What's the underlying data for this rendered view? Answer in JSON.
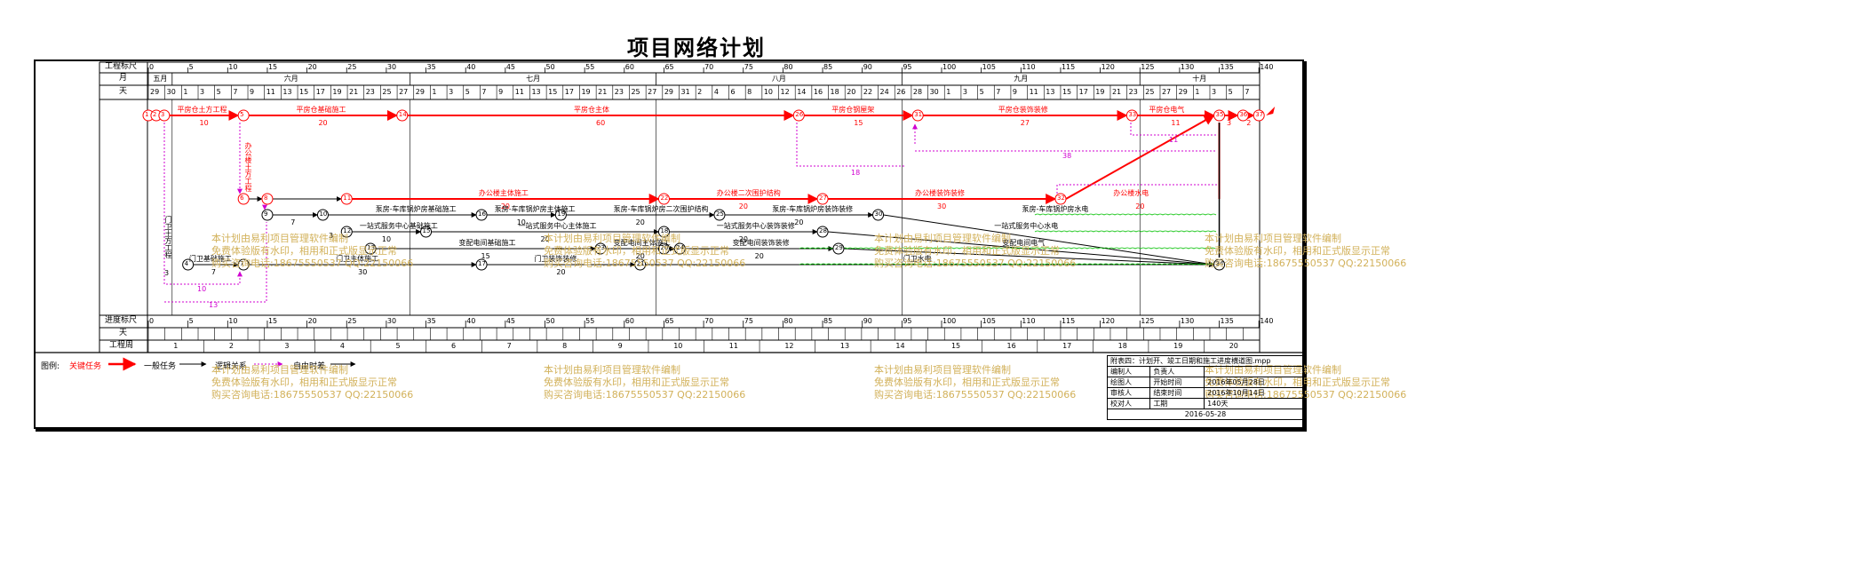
{
  "title": "项目网络计划",
  "ruler_top": {
    "scale_label": "工程标尺",
    "month_label": "月",
    "day_label": "天",
    "scale_ticks": [
      "0",
      "5",
      "10",
      "15",
      "20",
      "25",
      "30",
      "35",
      "40",
      "45",
      "50",
      "55",
      "60",
      "65",
      "70",
      "75",
      "80",
      "85",
      "90",
      "95",
      "100",
      "105",
      "110",
      "115",
      "120",
      "125",
      "130",
      "135",
      "140"
    ],
    "months": [
      "五月",
      "六月",
      "七月",
      "八月",
      "九月",
      "十月"
    ],
    "days": [
      "29",
      "30",
      "1",
      "3",
      "5",
      "7",
      "9",
      "11",
      "13",
      "15",
      "17",
      "19",
      "21",
      "23",
      "25",
      "27",
      "29",
      "1",
      "3",
      "5",
      "7",
      "9",
      "11",
      "13",
      "15",
      "17",
      "19",
      "21",
      "23",
      "25",
      "27",
      "29",
      "31",
      "2",
      "4",
      "6",
      "8",
      "10",
      "12",
      "14",
      "16",
      "18",
      "20",
      "22",
      "24",
      "26",
      "28",
      "30",
      "1",
      "3",
      "5",
      "7",
      "9",
      "11",
      "13",
      "15",
      "17",
      "19",
      "21",
      "23",
      "25",
      "27",
      "29",
      "1",
      "3",
      "5",
      "7"
    ]
  },
  "ruler_bottom": {
    "scale_label": "进度标尺",
    "day_label": "天",
    "week_label": "工程周",
    "weeks": [
      "1",
      "2",
      "3",
      "4",
      "5",
      "6",
      "7",
      "8",
      "9",
      "10",
      "11",
      "12",
      "13",
      "14",
      "15",
      "16",
      "17",
      "18",
      "19",
      "20"
    ]
  },
  "network": {
    "nodes": [
      "1",
      "2",
      "3",
      "4",
      "5",
      "6",
      "7",
      "8",
      "9",
      "10",
      "11",
      "12",
      "13",
      "14",
      "15",
      "16",
      "17",
      "18",
      "19",
      "20",
      "21",
      "22",
      "23",
      "24",
      "25",
      "26",
      "27",
      "28",
      "29",
      "30",
      "31",
      "32",
      "33",
      "34",
      "35",
      "36",
      "37"
    ],
    "task_labels": {
      "pingfang_earthwork": "平房仓土方工程",
      "pingfang_foundation": "平房仓基础施工",
      "pingfang_main": "平房仓主体",
      "pingfang_steel_roof": "平房仓钢屋架",
      "pingfang_decoration": "平房仓装饰装修",
      "pingfang_electric": "平房仓电气",
      "office_earthwork": "办公楼土方工程",
      "office_main": "办公楼主体施工",
      "office_wall": "办公楼二次围护结构",
      "office_decoration": "办公楼装饰装修",
      "office_water_electric": "办公楼水电",
      "pump_main": "泵房-车库锅炉房主体施工",
      "pump_wall": "泵房-车库锅炉房二次围护结构",
      "pump_decoration": "泵房-车库锅炉房装饰装修",
      "pump_water_electric": "泵房-车库锅炉房水电",
      "pump_foundation": "泵房-车库锅炉房基础施工",
      "service_foundation": "一站式服务中心基础施工",
      "service_main": "一站式服务中心主体施工",
      "service_decoration": "一站式服务中心装饰装修",
      "service_water_electric": "一站式服务中心水电",
      "substation_foundation": "变配电间基础施工",
      "substation_main": "变配电间主体施工",
      "substation_decoration": "变配电间装饰装修",
      "substation_electric": "变配电间电气",
      "gate_earthwork": "门卫土方工程",
      "gate_foundation": "门卫基础施工",
      "gate_main": "门卫主体施工",
      "gate_decoration": "门卫装饰装修",
      "gate_water_electric": "门卫水电"
    },
    "durations": {
      "pingfang_earthwork": "10",
      "pingfang_foundation": "20",
      "pingfang_main": "60",
      "pingfang_steel_roof": "15",
      "pingfang_decoration": "27",
      "pingfang_electric": "11",
      "office_main": "20",
      "office_wall": "20",
      "office_decoration": "30",
      "office_water_electric": "20",
      "pump_main": "10",
      "pump_wall": "20",
      "pump_decoration": "20",
      "service_foundation": "10",
      "service_main": "20",
      "service_decoration": "20",
      "substation_foundation": "15",
      "substation_main": "20",
      "substation_decoration": "20",
      "gate_main": "30",
      "gate_decoration": "20",
      "float_18": "18",
      "float_38": "38",
      "float_11": "11",
      "float_10": "10",
      "float_13": "13",
      "d_7a": "7",
      "d_7b": "7",
      "d_3a": "3",
      "d_3b": "3",
      "d_3c": "3",
      "d_2a": "2"
    }
  },
  "legend": {
    "label": "图例:",
    "critical": "关键任务",
    "normal": "一般任务",
    "logic": "逻辑关系",
    "free": "自由时差"
  },
  "info_table": {
    "title": "附表四：计划开、竣工日期和施工进度横道图.mpp",
    "rows": [
      {
        "k": "编制人",
        "k2": "负责人",
        "v": ""
      },
      {
        "k": "绘图人",
        "k2": "开始时间",
        "v": "2016年05月28日"
      },
      {
        "k": "审核人",
        "k2": "结束时间",
        "v": "2016年10月14日"
      },
      {
        "k": "校对人",
        "k2": "工期",
        "v": "140天"
      }
    ],
    "date": "2016-05-28"
  },
  "watermark": {
    "line1": "本计划由易利项目管理软件编制",
    "line2": "免费体验版有水印，相用和正式版显示正常",
    "line3": "购买咨询电话:18675550537 QQ:22150066"
  },
  "colors": {
    "critical": "#ff0000",
    "float": "#d000d0",
    "green": "#00c000",
    "watermark": "#d2b15a"
  }
}
